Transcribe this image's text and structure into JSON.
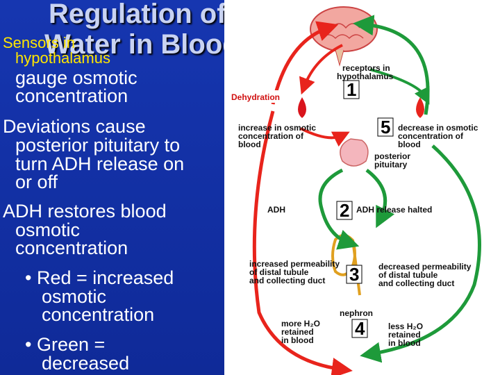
{
  "title": {
    "line1": "Regulation of",
    "line2": "Water in Blood"
  },
  "left": {
    "sensors": "Sensors in",
    "hypothalamus": "hypothalamus",
    "gauge1": "gauge osmotic",
    "gauge2": "concentration",
    "dev1": "Deviations cause",
    "dev2": "posterior pituitary to",
    "dev3": "turn ADH release on",
    "dev4": "or off",
    "adh1": "ADH restores blood",
    "adh2": "osmotic",
    "adh3": "concentration",
    "red1": "• Red = increased",
    "red2": "osmotic",
    "red3": "concentration",
    "green1": "• Green =",
    "green2": "decreased"
  },
  "diagram": {
    "receptors1": "receptors in",
    "receptors2": "hypothalamus",
    "dehydration": "Dehydration",
    "inc1": "increase in osmotic",
    "inc2": "concentration of",
    "inc3": "blood",
    "dec1": "decrease in osmotic",
    "dec2": "concentration of",
    "dec3": "blood",
    "pp1": "posterior",
    "pp2": "pituitary",
    "adh": "ADH",
    "halted": "ADH release halted",
    "ip1": "increased permeability",
    "ip2": "of distal tubule",
    "ip3": "and collecting duct",
    "dp1": "decreased permeability",
    "dp2": "of distal tubule",
    "dp3": "and collecting duct",
    "nephron": "nephron",
    "more1": "more H₂O",
    "more2": "retained",
    "more3": "in blood",
    "less1": "less H₂O",
    "less2": "retained",
    "less3": "in blood",
    "n1": "1",
    "n2": "2",
    "n3": "3",
    "n4": "4",
    "n5": "5"
  },
  "colors": {
    "increase": "#e8241c",
    "decrease": "#1e9a3a",
    "background": "#1430a0",
    "accent_text": "#ffe600"
  }
}
